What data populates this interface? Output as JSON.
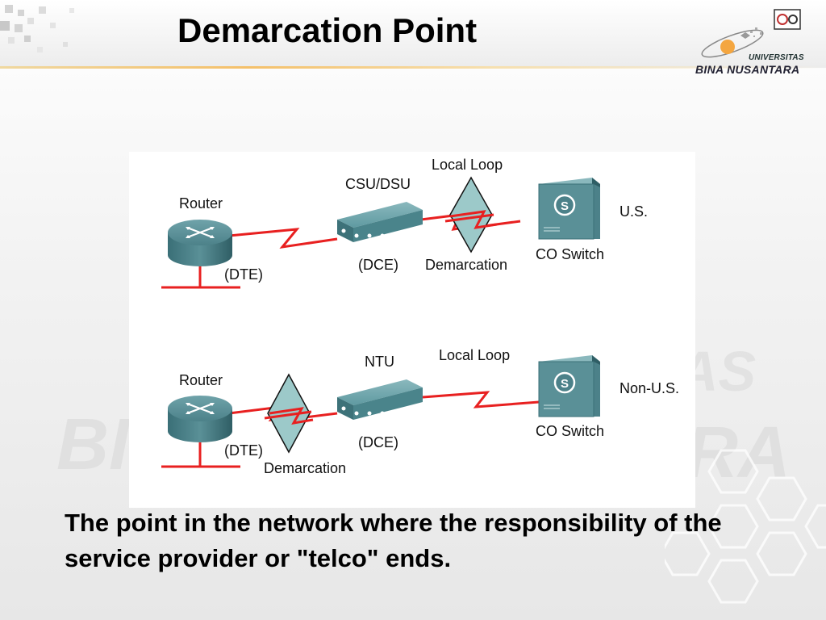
{
  "slide": {
    "title": "Demarcation Point",
    "caption": "The point in the network where the responsibility of the service provider or \"telco\" ends."
  },
  "logo": {
    "line1": "UNIVERSITAS",
    "line2": "BINA NUSANTARA"
  },
  "diagram": {
    "top": {
      "router_label": "Router",
      "dte_label": "(DTE)",
      "device_label": "CSU/DSU",
      "dce_label": "(DCE)",
      "local_loop_label": "Local Loop",
      "demarcation_label": "Demarcation",
      "switch_label": "CO Switch",
      "region_label": "U.S."
    },
    "bottom": {
      "router_label": "Router",
      "dte_label": "(DTE)",
      "device_label": "NTU",
      "dce_label": "(DCE)",
      "local_loop_label": "Local Loop",
      "demarcation_label": "Demarcation",
      "switch_label": "CO Switch",
      "region_label": "Non-U.S."
    }
  },
  "colors": {
    "link": "#e82020",
    "device_body": "#3f7d86",
    "demarc_fill": "#9cc9c9",
    "accent": "#f4a640"
  }
}
